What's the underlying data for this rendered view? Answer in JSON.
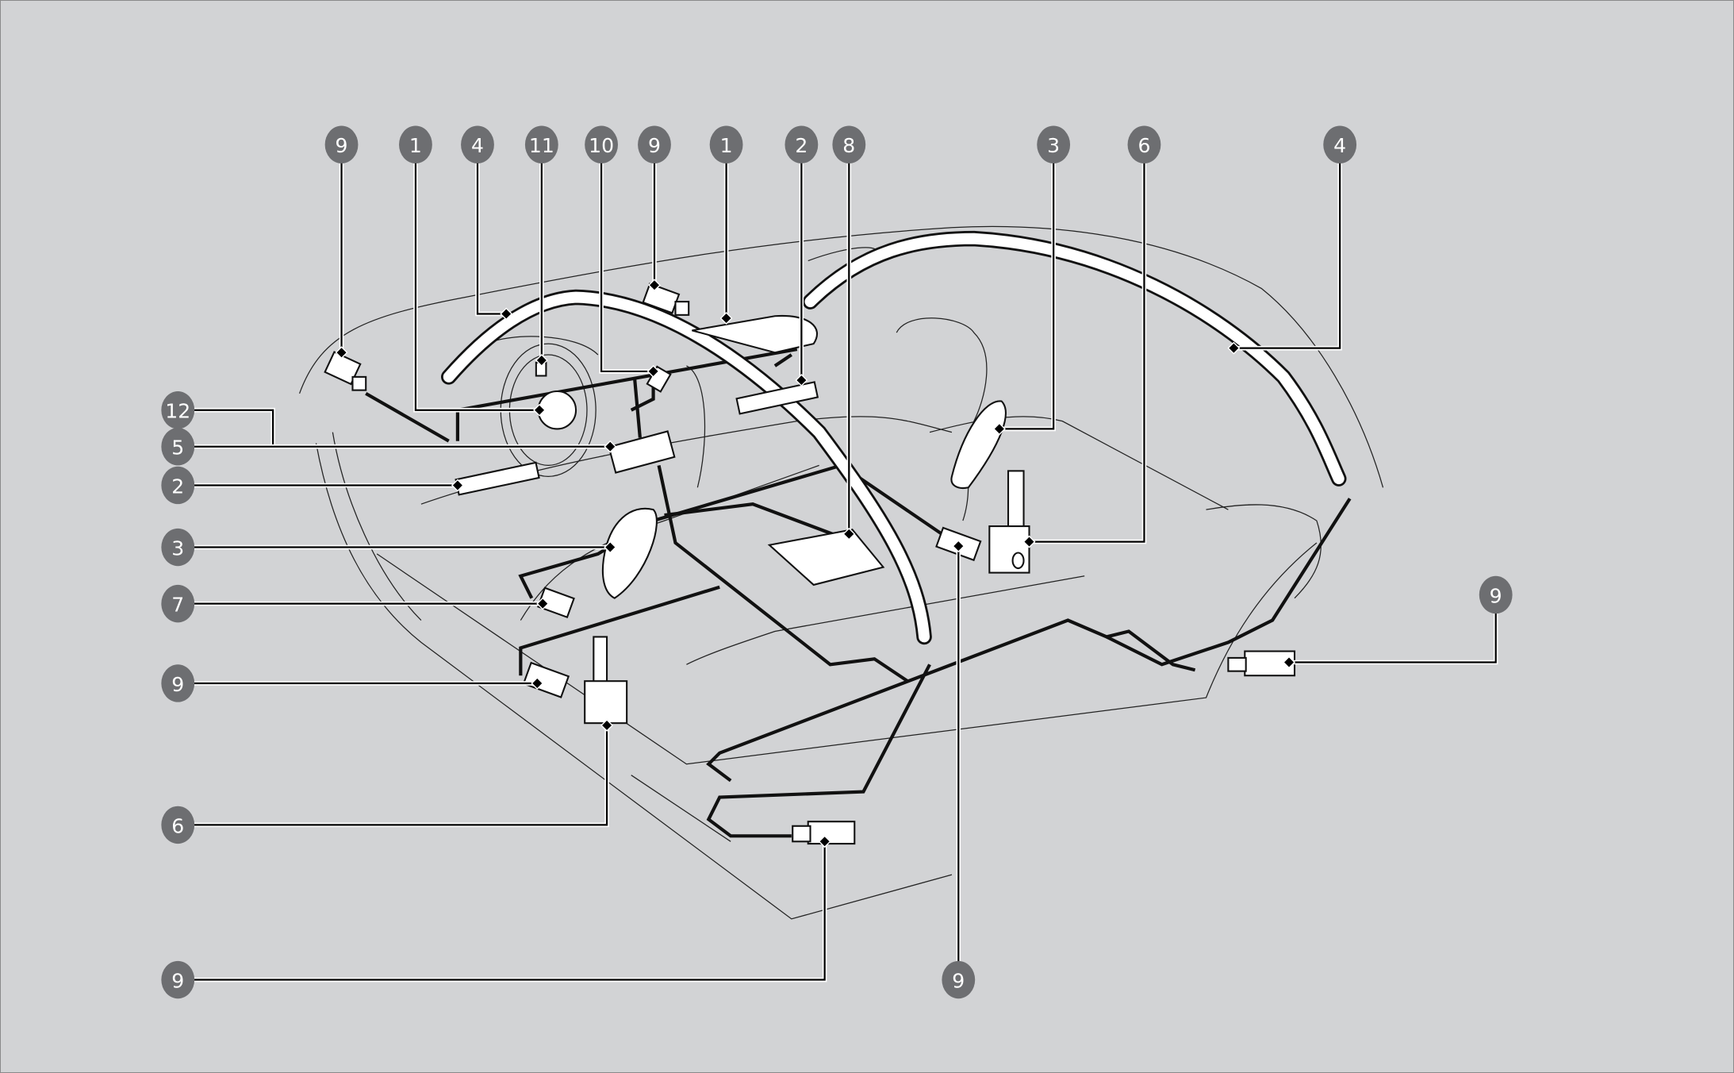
{
  "figure": {
    "title": "Supplemental restraint system component locations",
    "callouts": {
      "top": [
        "9",
        "1",
        "4",
        "11",
        "10",
        "9",
        "1",
        "2",
        "8",
        "3",
        "6",
        "4"
      ],
      "left": [
        "12",
        "5",
        "2",
        "3",
        "7",
        "9",
        "6",
        "9"
      ],
      "bottom": [
        "9"
      ],
      "right": [
        "9"
      ]
    },
    "colors": {
      "background": "#d2d3d5",
      "badge": "#6d6e71",
      "outline": "#111111",
      "component": "#ffffff"
    }
  }
}
